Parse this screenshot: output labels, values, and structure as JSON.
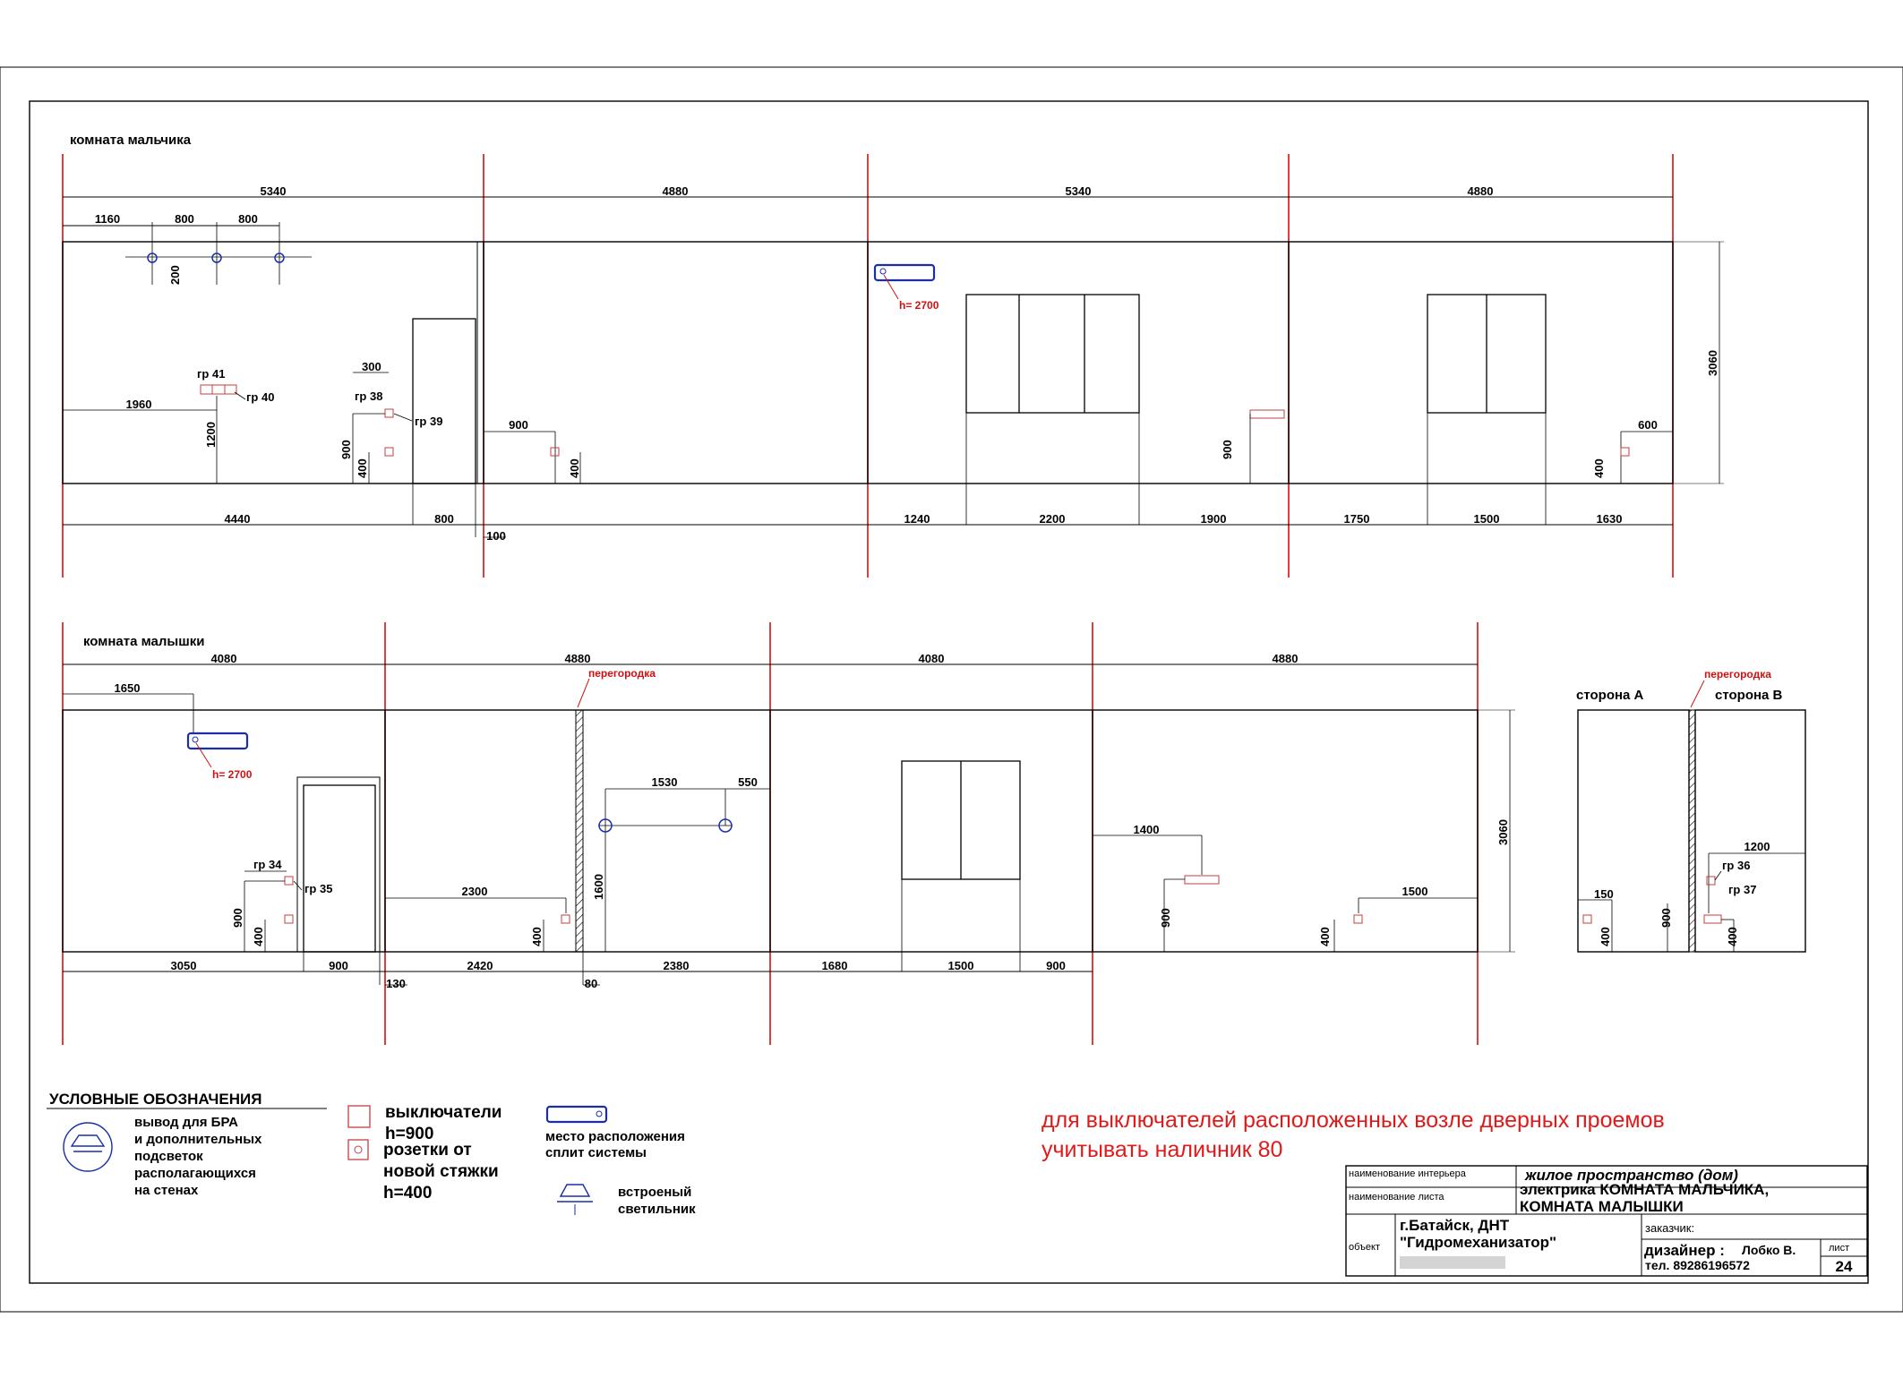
{
  "rooms": {
    "boy_title": "комната мальчика",
    "girl_title": "комната малышки",
    "side_a": "сторона А",
    "side_b": "сторона В"
  },
  "boy_top_dims": [
    "5340",
    "4880",
    "5340",
    "4880"
  ],
  "boy_dims": {
    "d1160": "1160",
    "d800a": "800",
    "d800b": "800",
    "d200": "200",
    "d1960": "1960",
    "d1200": "1200",
    "d300": "300",
    "d900a": "900",
    "d400a": "400",
    "d900b": "900",
    "d400b": "400",
    "d900c": "900",
    "d600": "600",
    "d400c": "400",
    "d3060": "3060",
    "b4440": "4440",
    "b800": "800",
    "b100": "100",
    "b1240": "1240",
    "b2200": "2200",
    "b1900": "1900",
    "b1750": "1750",
    "b1500": "1500",
    "b1630": "1630"
  },
  "boy_labels": {
    "gr41": "гр 41",
    "gr40": "гр 40",
    "gr38": "гр 38",
    "gr39": "гр 39",
    "h2700": "h= 2700"
  },
  "girl_top_dims": [
    "4080",
    "4880",
    "4080",
    "4880"
  ],
  "girl_dims": {
    "d1650": "1650",
    "d900a": "900",
    "d400a": "400",
    "d2300": "2300",
    "d400b": "400",
    "d1530": "1530",
    "d550": "550",
    "d1600": "1600",
    "d1400": "1400",
    "d900b": "900",
    "d1500": "1500",
    "d400c": "400",
    "d3060": "3060",
    "d150": "150",
    "d400d": "400",
    "d900c": "900",
    "d1200": "1200",
    "d400e": "400",
    "b3050": "3050",
    "b900a": "900",
    "b130": "130",
    "b2420": "2420",
    "b80": "80",
    "b2380": "2380",
    "b1680": "1680",
    "b1500": "1500",
    "b900b": "900"
  },
  "girl_labels": {
    "gr34": "гр 34",
    "gr35": "гр 35",
    "gr36": "гр 36",
    "gr37": "гр 37",
    "h2700": "h= 2700",
    "partition1": "перегородка",
    "partition2": "перегородка"
  },
  "legend": {
    "title": "УСЛОВНЫЕ ОБОЗНАЧЕНИЯ",
    "bra": [
      "вывод для БРА",
      "и дополнительных",
      "подсветок",
      "располагающихся",
      "на стенах"
    ],
    "switches": [
      "выключатели",
      "h=900"
    ],
    "sockets": [
      "розетки от",
      "новой стяжки",
      "h=400"
    ],
    "split": [
      "место расположения",
      "сплит системы"
    ],
    "builtin": [
      "встроеный",
      "светильник"
    ]
  },
  "note": [
    "для выключателей расположенных возле дверных проемов",
    "учитывать наличник 80"
  ],
  "title_block": {
    "interior_label": "наименование интерьера",
    "interior_value": "жилое пространство  (дом)",
    "sheet_label": "наименование листа",
    "sheet_value_1": "электрика КОМНАТА МАЛЬЧИКА,",
    "sheet_value_2": "КОМНАТА МАЛЫШКИ",
    "object_label": "объект",
    "object_value_1": "г.Батайск, ДНТ",
    "object_value_2": "\"Гидромеханизатор\"",
    "customer_label": "заказчик:",
    "designer_label": "дизайнер :",
    "designer_name": "Лобко В.",
    "phone": "тел. 89286196572",
    "sheet_no_label": "лист",
    "sheet_no": "24"
  },
  "colors": {
    "line": "#000000",
    "red": "#d01010",
    "blue": "#1a2ea8",
    "socket": "#c04040"
  }
}
